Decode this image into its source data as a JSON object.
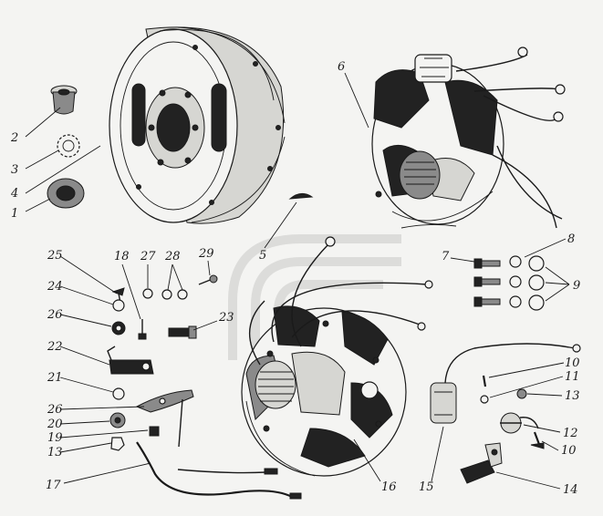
{
  "callouts": {
    "n1": "1",
    "n2": "2",
    "n3": "3",
    "n4": "4",
    "n5": "5",
    "n6": "6",
    "n7": "7",
    "n8": "8",
    "n9": "9",
    "n10a": "10",
    "n10b": "10",
    "n11": "11",
    "n12": "12",
    "n13a": "13",
    "n13b": "13",
    "n14": "14",
    "n15": "15",
    "n16": "16",
    "n17": "17",
    "n18": "18",
    "n19": "19",
    "n20": "20",
    "n21": "21",
    "n22": "22",
    "n23": "23",
    "n24": "24",
    "n25": "25",
    "n26a": "26",
    "n26b": "26",
    "n27": "27",
    "n28": "28",
    "n29": "29"
  }
}
